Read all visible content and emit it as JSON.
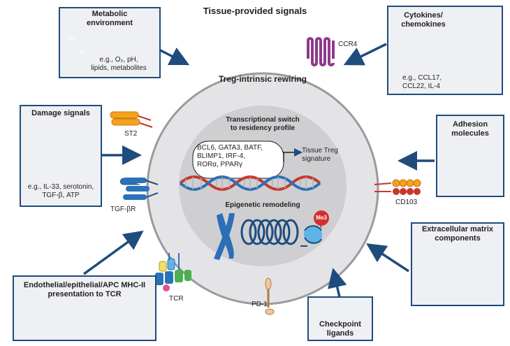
{
  "title": "Tissue-provided signals",
  "cell": {
    "rewiring_label": "Treg-intrinsic rewiring",
    "nucleus": {
      "switch_title": "Transcriptional switch\nto residency profile",
      "tf_list": "BCL6, GATA3, BATF,\nBLIMP1, IRF-4,\nRORα, PPARγ",
      "signature_label": "Tissue Treg\nsignature",
      "epigenetic_title": "Epigenetic remodeling",
      "me3_label": "Me3"
    }
  },
  "receptors": {
    "ccr4": "CCR4",
    "st2": "ST2",
    "tgfbr": "TGF-βR",
    "tcr": "TCR",
    "pd1": "PD-1",
    "cd103": "CD103"
  },
  "boxes": {
    "metabolic": {
      "title": "Metabolic\nenvironment",
      "text": "e.g., O₂, pH,\nlipids, metabolites",
      "o2_label": "O₂"
    },
    "cytokines": {
      "title": "Cytokines/\nchemokines",
      "text": "e.g., CCL17,\nCCL22, IL-4"
    },
    "damage": {
      "title": "Damage signals",
      "text": "e.g., IL-33, serotonin,\nTGF-β, ATP"
    },
    "adhesion": {
      "title": "Adhesion\nmolecules"
    },
    "ecm": {
      "title": "Extracellular matrix\ncomponents"
    },
    "checkpoint": {
      "title": "Checkpoint\nligands"
    },
    "mhc": {
      "title": "Endothelial/epithelial/APC MHC-II\npresentation to TCR"
    }
  },
  "colors": {
    "box_border": "#1e4c7c",
    "box_fill": "#eef0f4",
    "arrow": "#1e4c7c",
    "cell_fill": "#e4e4e6",
    "nucleus_fill": "#cfcfd2",
    "receptor_purple": "#8e3a8c",
    "receptor_orange": "#f4a21c",
    "receptor_blue": "#2b73b8",
    "dna_red": "#c8372d",
    "dna_blue": "#2c6fb7",
    "me3_red": "#d62e2e"
  }
}
